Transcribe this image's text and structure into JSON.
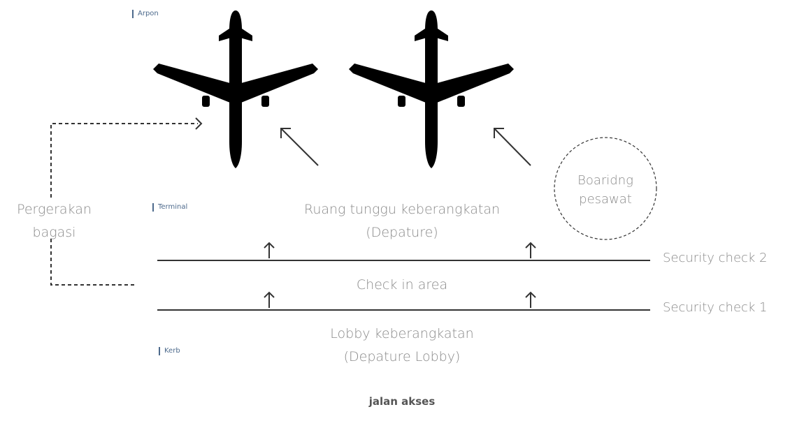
{
  "zones": {
    "apron": "Arpon",
    "terminal": "Terminal",
    "kerb": "Kerb"
  },
  "areas": {
    "waiting_line1": "Ruang tunggu keberangkatan",
    "waiting_line2": "(Depature)",
    "checkin": "Check in area",
    "lobby_line1": "Lobby keberangkatan",
    "lobby_line2": "(Depature Lobby)"
  },
  "checks": {
    "security2": "Security check 2",
    "security1": "Security check 1"
  },
  "baggage": {
    "line1": "Pergerakan",
    "line2": "bagasi"
  },
  "boarding": {
    "line1": "Boaridng",
    "line2": "pesawat"
  },
  "road": "jalan akses",
  "colors": {
    "lines": "#333333",
    "text": "#8a8a8a",
    "zone_tag": "#4d6a8c",
    "plane": "#000000"
  },
  "icons": [
    "airplane-icon",
    "arrow-up-icon",
    "arrow-up-left-icon"
  ]
}
